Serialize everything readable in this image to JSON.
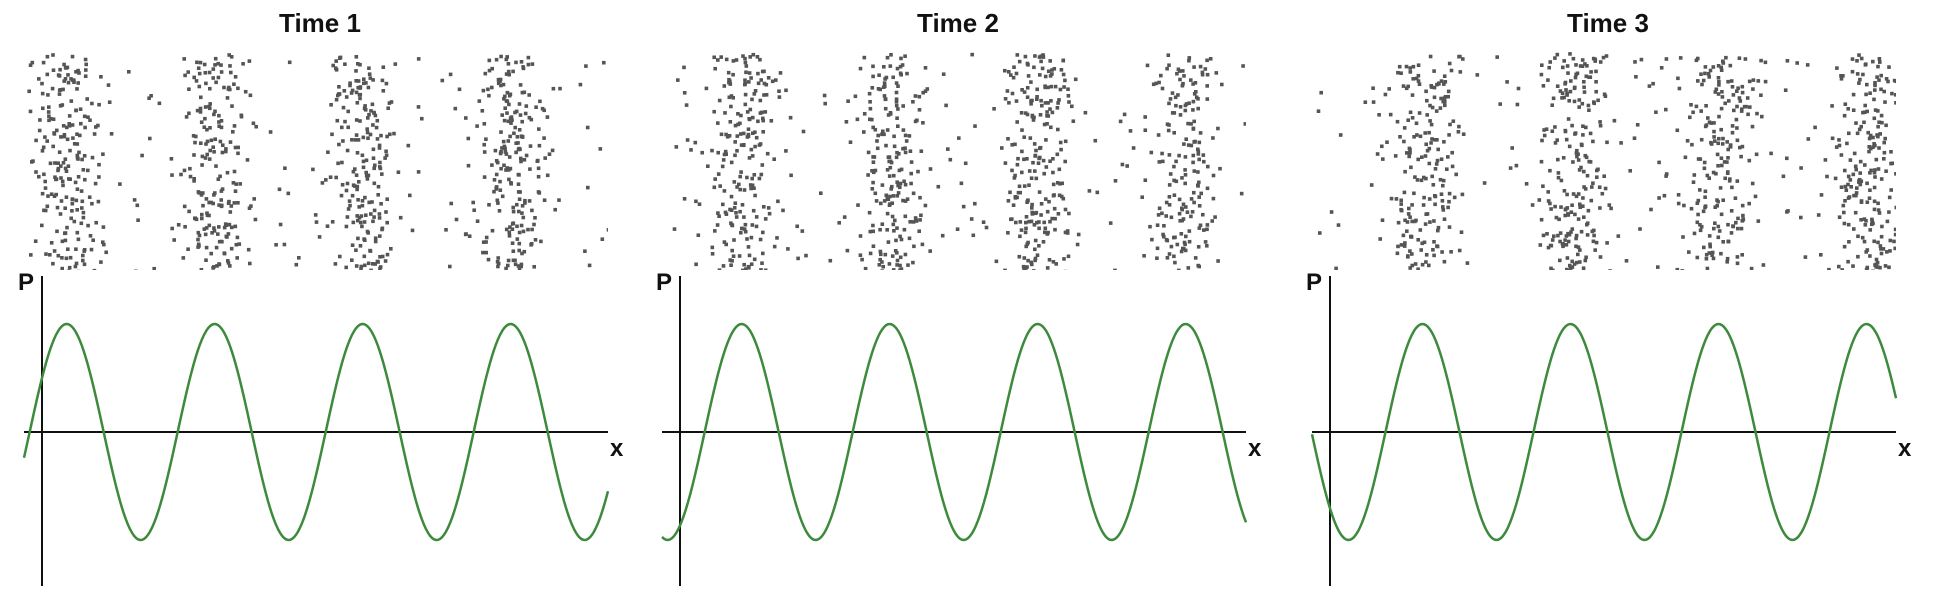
{
  "colors": {
    "dots": "#555555",
    "wave": "#3d8a3d",
    "axis": "#111111"
  },
  "panels": [
    {
      "title": "Time 1",
      "y_label": "P",
      "x_label": "x",
      "phase_deg": 30
    },
    {
      "title": "Time 2",
      "y_label": "P",
      "x_label": "x",
      "phase_deg": -60
    },
    {
      "title": "Time 3",
      "y_label": "P",
      "x_label": "x",
      "phase_deg": -135
    }
  ]
}
